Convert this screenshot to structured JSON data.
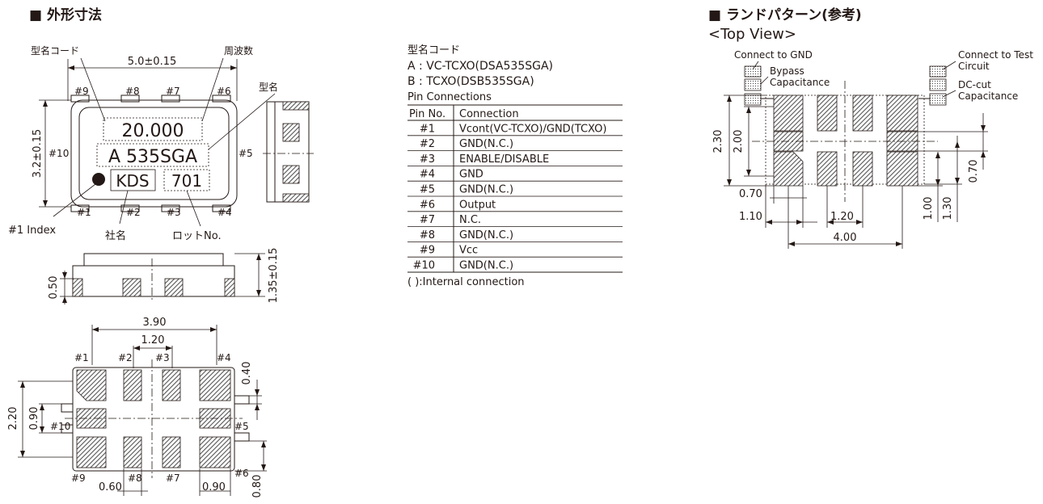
{
  "sections": {
    "outline_title": "■ 外形寸法",
    "land_title": "■ ランドパターン(参考)",
    "land_subtitle": "<Top View>"
  },
  "top_view": {
    "model_code_label": "型名コード",
    "frequency_label": "周波数",
    "model_name_label": "型名",
    "width_dim": "5.0±0.15",
    "height_dim": "3.2±0.15",
    "marking_freq": "20.000",
    "marking_model": "A 535SGA",
    "marking_maker": "KDS",
    "marking_lot": "701",
    "index_label": "#1 Index",
    "maker_label": "社名",
    "lot_label": "ロットNo.",
    "pins_top": [
      "#9",
      "#8",
      "#7",
      "#6"
    ],
    "pins_bottom": [
      "#1",
      "#2",
      "#3",
      "#4"
    ],
    "pin_left": "#10",
    "pin_right": "#5"
  },
  "side_view": {
    "height_dim": "1.35±0.15",
    "pad_height_dim": "0.50"
  },
  "bottom_view": {
    "dim_width": "3.90",
    "dim_pitch": "1.20",
    "dim_height": "2.20",
    "dim_center": "0.90",
    "dim_pad_h": "0.40",
    "dim_pad_w": "0.60",
    "dim_pad_w2": "0.90",
    "dim_bottom": "0.80",
    "pins_top": [
      "#1",
      "#2",
      "#3",
      "#4"
    ],
    "pins_bottom": [
      "#9",
      "#8",
      "#7",
      "#6"
    ],
    "pin_left": "#10",
    "pin_right": "#5"
  },
  "model_code": {
    "heading": "型名コード",
    "a_line": "A : VC-TCXO(DSA535SGA)",
    "b_line": "B : TCXO(DSB535SGA)"
  },
  "pin_table": {
    "title": "Pin Connections",
    "headers": [
      "Pin No.",
      "Connection"
    ],
    "rows": [
      [
        "#1",
        "Vcont(VC-TCXO)/GND(TCXO)"
      ],
      [
        "#2",
        "GND(N.C.)"
      ],
      [
        "#3",
        "ENABLE/DISABLE"
      ],
      [
        "#4",
        "GND"
      ],
      [
        "#5",
        "GND(N.C.)"
      ],
      [
        "#6",
        "Output"
      ],
      [
        "#7",
        "N.C."
      ],
      [
        "#8",
        "GND(N.C.)"
      ],
      [
        "#9",
        "Vcc"
      ],
      [
        "#10",
        "GND(N.C.)"
      ]
    ],
    "footnote": "( ):Internal connection"
  },
  "land_pattern": {
    "connect_gnd": "Connect to GND",
    "bypass_l1": "Bypass",
    "bypass_l2": "Capacitance",
    "test_l1": "Connect to Test",
    "test_l2": "Circuit",
    "dccut_l1": "DC-cut",
    "dccut_l2": "Capacitance",
    "dim_230": "2.30",
    "dim_200": "2.00",
    "dim_070v": "0.70",
    "dim_070h": "0.70",
    "dim_110": "1.10",
    "dim_120": "1.20",
    "dim_400": "4.00",
    "dim_100": "1.00",
    "dim_130": "1.30"
  }
}
